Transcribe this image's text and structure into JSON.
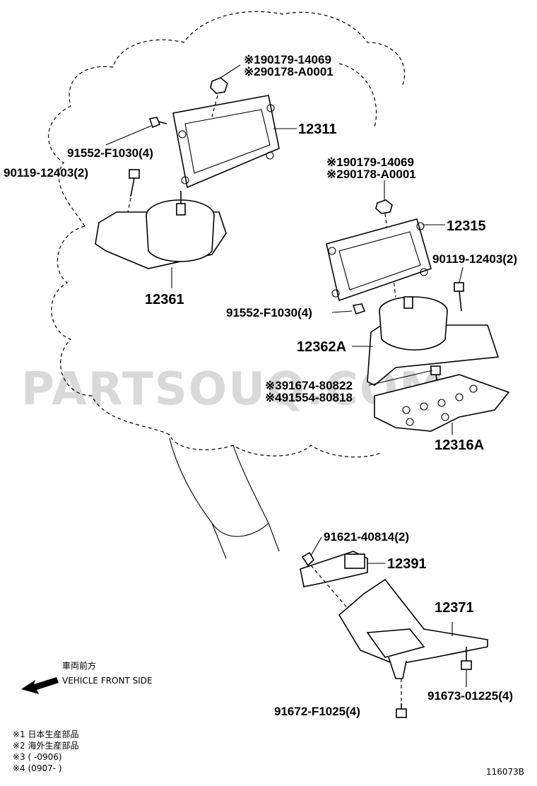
{
  "watermark": "PARTSOUQ.COM",
  "diagram_id": "116073B",
  "front_side": {
    "label_jp": "車両前方",
    "label_en": "VEHICLE FRONT SIDE"
  },
  "callouts": {
    "nut_top_1": "※190179-14069",
    "nut_top_2": "※290178-A0001",
    "bracket_12311": "12311",
    "bolt_91552_a": "91552-F1030(4)",
    "bolt_90119_a": "90119-12403(2)",
    "mount_12361": "12361",
    "nut_mid_1": "※190179-14069",
    "nut_mid_2": "※290178-A0001",
    "bracket_12315": "12315",
    "bolt_90119_b": "90119-12403(2)",
    "bolt_91552_b": "91552-F1030(4)",
    "mount_12362A": "12362A",
    "bolt_91674": "※391674-80822",
    "bolt_91554": "※491554-80818",
    "plate_12316A": "12316A",
    "bolt_91621": "91621-40814(2)",
    "stopper_12391": "12391",
    "mount_12371": "12371",
    "bolt_91673": "91673-01225(4)",
    "bolt_91672": "91672-F1025(4)"
  },
  "notes": [
    "※1 日本生産部品",
    "※2 海外生産部品",
    "※3 (      -0906)",
    "※4 (0907-      )"
  ]
}
